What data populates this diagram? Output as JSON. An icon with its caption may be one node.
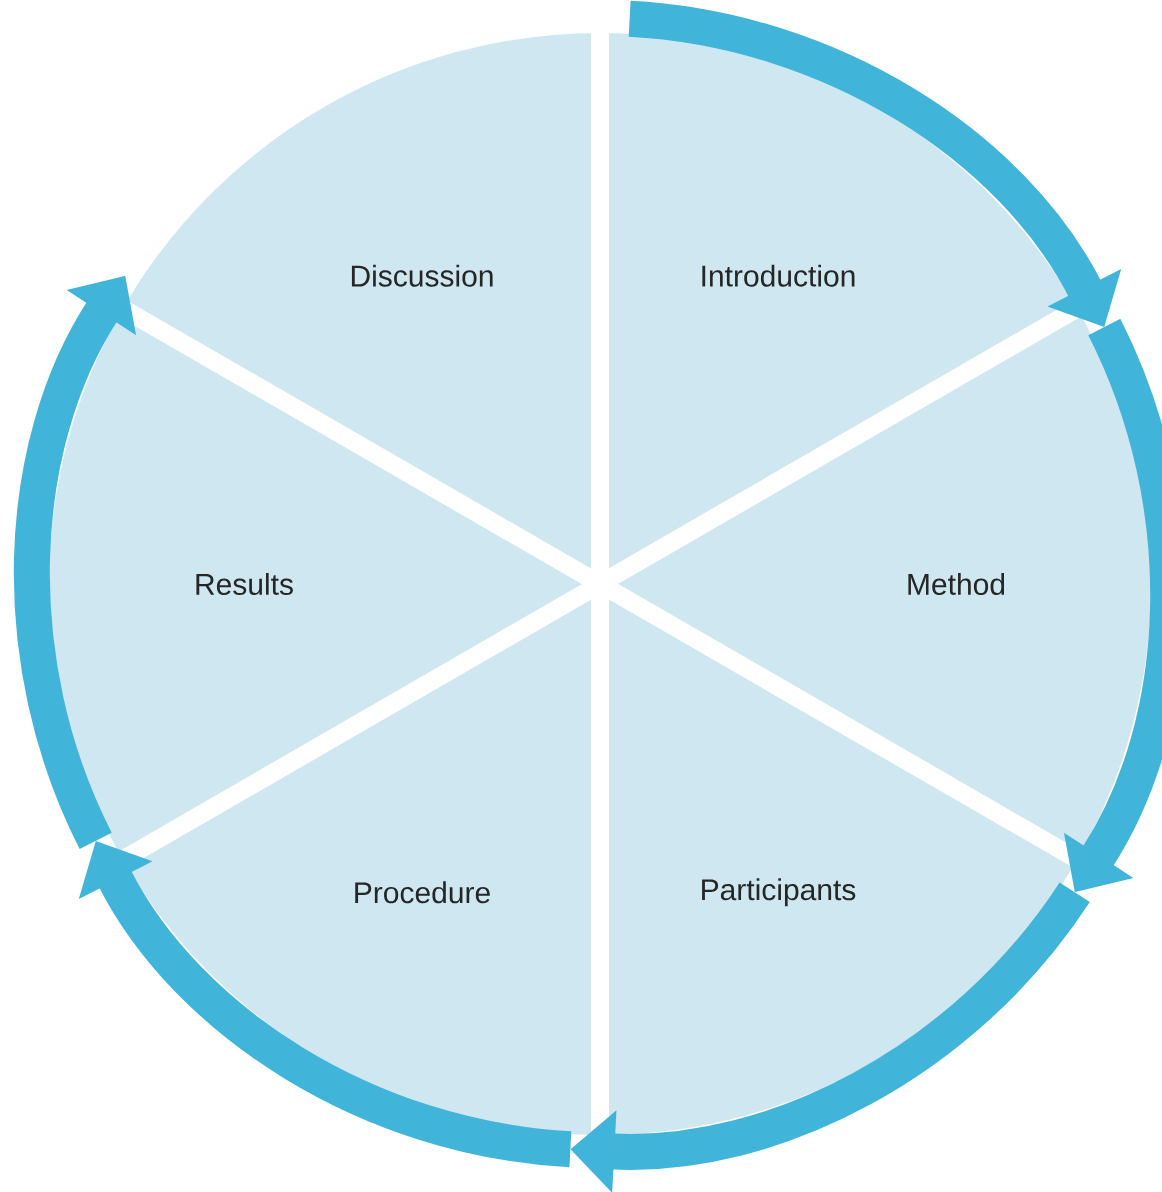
{
  "diagram": {
    "nodes": [
      {
        "text": [
          "Introduction"
        ]
      },
      {
        "text": [
          "Method"
        ]
      },
      {
        "text": [
          "Participants"
        ]
      },
      {
        "text": [
          "Procedure"
        ]
      },
      {
        "text": [
          "Results"
        ]
      },
      {
        "text": [
          "Discussion"
        ]
      }
    ],
    "edges": [
      {
        "from": 0,
        "to": 1,
        "arrow": "to"
      },
      {
        "from": 1,
        "to": 2,
        "arrow": "to"
      },
      {
        "from": 2,
        "to": 3,
        "arrow": "to"
      },
      {
        "from": 3,
        "to": 4,
        "arrow": "to"
      },
      {
        "from": 4,
        "to": 5,
        "arrow": "to"
      }
    ]
  }
}
